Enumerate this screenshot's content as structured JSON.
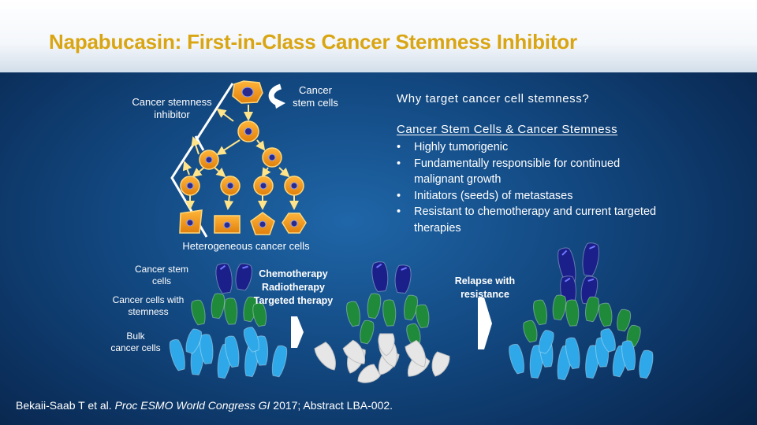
{
  "title": "Napabucasin: First-in-Class Cancer Stemness Inhibitor",
  "hierarchy": {
    "inhibitor_label_1": "Cancer stemness",
    "inhibitor_label_2": "inhibitor",
    "stem_label_1": "Cancer",
    "stem_label_2": "stem cells",
    "caption": "Heterogeneous cancer cells"
  },
  "why": {
    "question": "Why target cancer cell stemness?",
    "heading": "Cancer Stem Cells & Cancer Stemness",
    "bullet_char": "•",
    "bullets": [
      "Highly tumorigenic",
      "Fundamentally responsible for continued malignant growth",
      "Initiators (seeds) of metastases",
      "Resistant to chemotherapy and current targeted therapies"
    ]
  },
  "legend": {
    "stem_1": "Cancer stem",
    "stem_2": "cells",
    "stemness_1": "Cancer cells with",
    "stemness_2": "stemness",
    "bulk_1": "Bulk",
    "bulk_2": "cancer cells"
  },
  "therapy": {
    "line1": "Chemotherapy",
    "line2": "Radiotherapy",
    "line3": "Targeted therapy"
  },
  "relapse": {
    "line1": "Relapse with",
    "line2": "resistance"
  },
  "citation": {
    "pre": "Bekaii-Saab T et al. ",
    "journal": "Proc ESMO World Congress GI",
    "post": " 2017; Abstract LBA-002."
  },
  "colors": {
    "title": "#d9a512",
    "cell_orange": "#f09a1a",
    "nucleus": "#2a2a8c",
    "arrow": "#ffe48a",
    "stem_cell": "#1a1f8a",
    "stemness_cell": "#1f8a3a",
    "bulk_cell": "#2ea8e8",
    "dead_cell": "#e6e6e6"
  }
}
